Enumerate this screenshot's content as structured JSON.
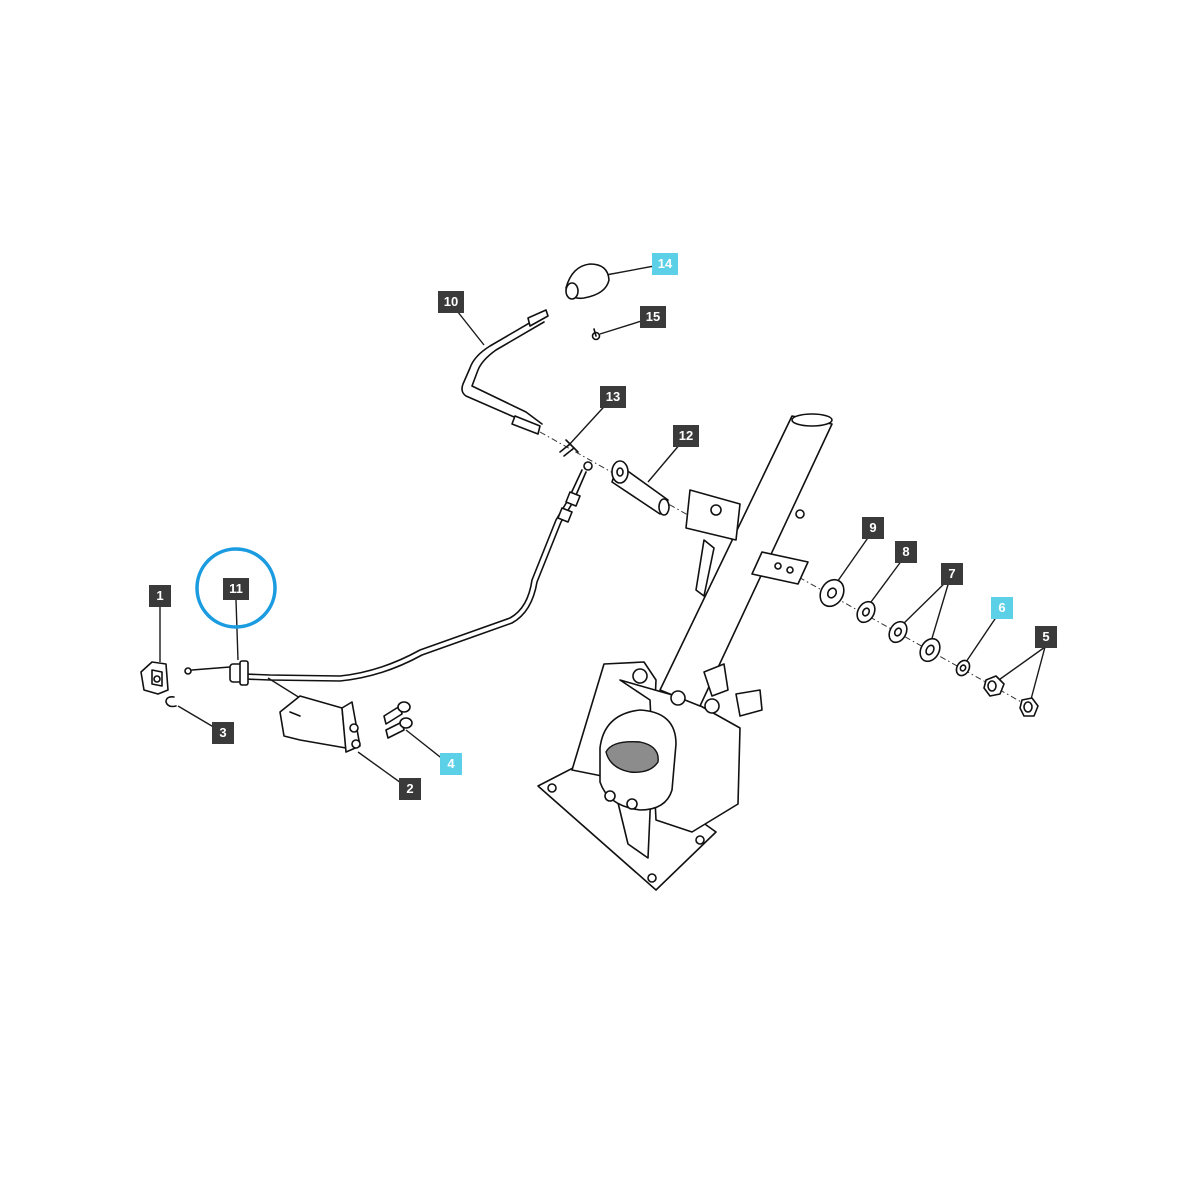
{
  "callouts": [
    {
      "id": "c1",
      "label": "1",
      "highlighted": false
    },
    {
      "id": "c2",
      "label": "2",
      "highlighted": false
    },
    {
      "id": "c3",
      "label": "3",
      "highlighted": false
    },
    {
      "id": "c4",
      "label": "4",
      "highlighted": true
    },
    {
      "id": "c5",
      "label": "5",
      "highlighted": false
    },
    {
      "id": "c6",
      "label": "6",
      "highlighted": true
    },
    {
      "id": "c7",
      "label": "7",
      "highlighted": false
    },
    {
      "id": "c8",
      "label": "8",
      "highlighted": false
    },
    {
      "id": "c9",
      "label": "9",
      "highlighted": false
    },
    {
      "id": "c10",
      "label": "10",
      "highlighted": false
    },
    {
      "id": "c11",
      "label": "11",
      "highlighted": false
    },
    {
      "id": "c12",
      "label": "12",
      "highlighted": false
    },
    {
      "id": "c13",
      "label": "13",
      "highlighted": false
    },
    {
      "id": "c14",
      "label": "14",
      "highlighted": true
    },
    {
      "id": "c15",
      "label": "15",
      "highlighted": false
    }
  ],
  "selected_part": "11",
  "colors": {
    "callout_default": "#3a3a3a",
    "callout_highlight": "#5bd0e6",
    "selection_ring": "#1b9be0",
    "line_art": "#111111"
  }
}
